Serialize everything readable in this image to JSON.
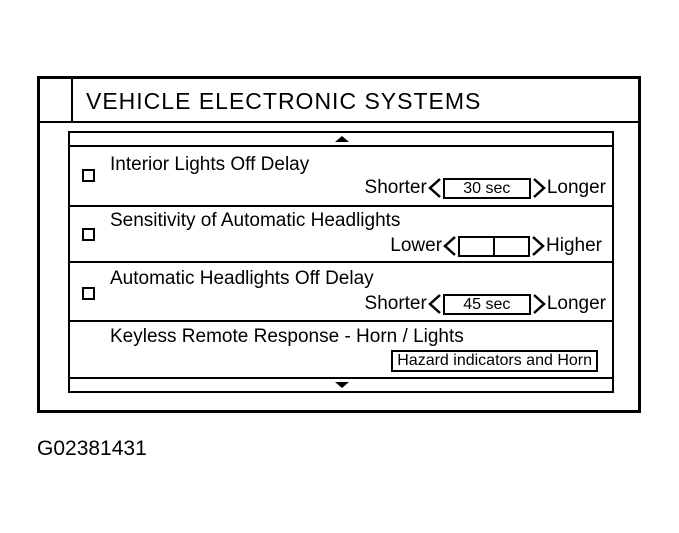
{
  "screen": {
    "title": "VEHICLE ELECTRONIC SYSTEMS"
  },
  "settings": [
    {
      "label": "Interior Lights Off Delay",
      "left_label": "Shorter",
      "value": "30 sec",
      "right_label": "Longer",
      "checked": false
    },
    {
      "label": "Sensitivity of Automatic Headlights",
      "left_label": "Lower",
      "value_segments_filled": 0,
      "value_segments_total": 2,
      "right_label": "Higher",
      "checked": false
    },
    {
      "label": "Automatic Headlights Off Delay",
      "left_label": "Shorter",
      "value": "45 sec",
      "right_label": "Longer",
      "checked": false
    },
    {
      "label": "Keyless Remote Response - Horn / Lights",
      "value": "Hazard indicators and Horn"
    }
  ],
  "icons": {
    "scroll_up": "triangle-up-icon",
    "scroll_down": "triangle-down-icon",
    "decrease": "chevron-left-icon",
    "increase": "chevron-right-icon"
  },
  "figure": {
    "id": "G02381431"
  }
}
